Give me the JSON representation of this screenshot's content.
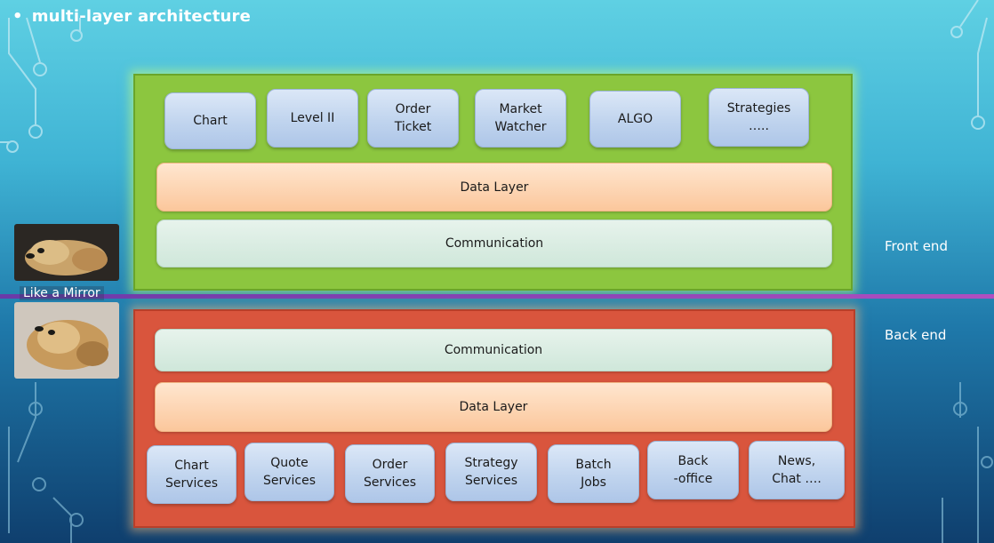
{
  "title": "multi-layer architecture",
  "front_end": {
    "label": "Front end",
    "modules": [
      {
        "label": "Chart"
      },
      {
        "label": "Level II"
      },
      {
        "label": "Order\nTicket"
      },
      {
        "label": "Market\nWatcher"
      },
      {
        "label": "ALGO"
      },
      {
        "label": "Strategies\n….."
      }
    ],
    "data_layer": "Data Layer",
    "communication": "Communication"
  },
  "back_end": {
    "label": "Back end",
    "communication": "Communication",
    "data_layer": "Data Layer",
    "services": [
      {
        "label": "Chart\nServices"
      },
      {
        "label": "Quote\nServices"
      },
      {
        "label": "Order\nServices"
      },
      {
        "label": "Strategy\nServices"
      },
      {
        "label": "Batch\nJobs"
      },
      {
        "label": "Back\n-office"
      },
      {
        "label": "News,\nChat …."
      }
    ]
  },
  "mirror_label": "Like a Mirror",
  "colors": {
    "front_panel": "#8cc63f",
    "back_panel": "#d9553d",
    "module": "#c0d4ee",
    "data_layer": "#fbc79c",
    "communication": "#cfe7da",
    "divider": "#8e46b8"
  }
}
